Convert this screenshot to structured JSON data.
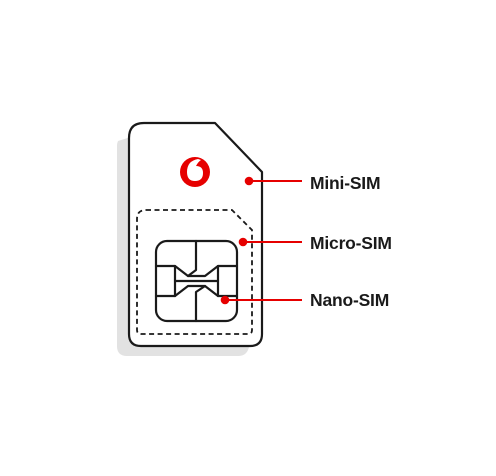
{
  "labels": {
    "mini": "Mini-SIM",
    "micro": "Micro-SIM",
    "nano": "Nano-SIM"
  },
  "icons": {
    "logo": "vodafone-speechmark-logo",
    "chip": "sim-chip-contacts"
  },
  "colors": {
    "accent": "#e60000",
    "outline": "#1a1a1a",
    "shadow": "#e2e2e2",
    "card": "#ffffff"
  }
}
